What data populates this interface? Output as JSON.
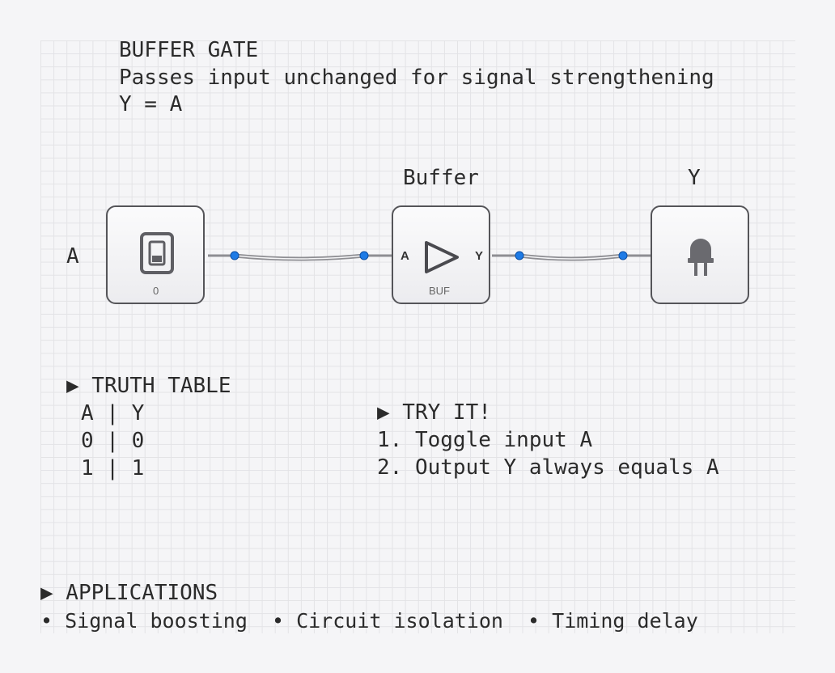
{
  "header": {
    "title": "BUFFER GATE",
    "subtitle": "Passes input unchanged for signal strengthening",
    "equation": "Y = A"
  },
  "circuit": {
    "input_label": "A",
    "input_switch_value": "0",
    "gate_label": "Buffer",
    "gate_pin_in": "A",
    "gate_pin_out": "Y",
    "gate_type": "BUF",
    "output_label": "Y",
    "input_icon": "toggle-switch-icon",
    "gate_icon": "buffer-triangle-icon",
    "output_icon": "led-bulb-icon",
    "connector_color": "#1e7be6",
    "wire_color": "#8e8e93"
  },
  "truth_table": {
    "heading": "▶ TRUTH TABLE",
    "header_row": "A | Y",
    "rows": [
      "0 | 0",
      "1 | 1"
    ]
  },
  "try_it": {
    "heading": "▶ TRY IT!",
    "steps": [
      "1. Toggle input A",
      "2. Output Y always equals A"
    ]
  },
  "applications": {
    "heading": "▶ APPLICATIONS",
    "items": "• Signal boosting  • Circuit isolation  • Timing delay"
  }
}
